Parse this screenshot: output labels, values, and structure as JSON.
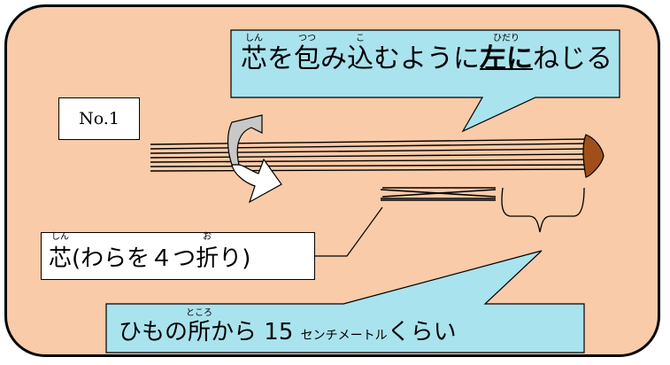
{
  "number_label": "No.1",
  "callout_top": {
    "parts": [
      {
        "text": "芯",
        "ruby": "しん"
      },
      {
        "text": "を"
      },
      {
        "text": "包",
        "ruby": "つつ"
      },
      {
        "text": "み"
      },
      {
        "text": "込",
        "ruby": "こ"
      },
      {
        "text": "むように"
      },
      {
        "text": "左に",
        "ruby": "ひだり",
        "emphasis": true
      },
      {
        "text": "ねじる"
      }
    ]
  },
  "callout_core": {
    "parts": [
      {
        "text": "芯",
        "ruby": "しん"
      },
      {
        "text": "(わらを４つ"
      },
      {
        "text": "折",
        "ruby": "お"
      },
      {
        "text": "り)"
      }
    ]
  },
  "callout_bottom": {
    "parts": [
      {
        "text": "ひもの"
      },
      {
        "text": "所",
        "ruby": "ところ"
      },
      {
        "text": "から 15 "
      },
      {
        "text": "センチメートル",
        "small": true
      },
      {
        "text": "くらい"
      }
    ]
  },
  "colors": {
    "background": "#f9cba8",
    "callout_fill": "#a9e3ee",
    "arrow_fill": "#c8c8c8",
    "straw_end": "#a14f18"
  }
}
